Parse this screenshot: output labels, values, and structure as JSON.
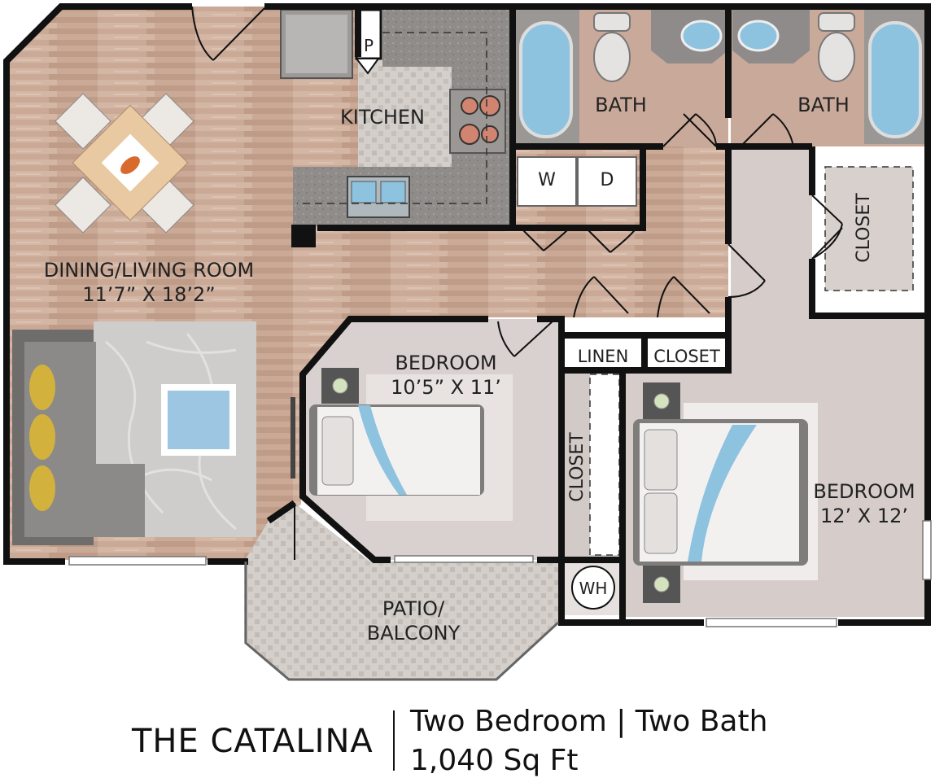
{
  "plan": {
    "name": "THE CATALINA",
    "unit_type": "Two Bedroom | Two Bath",
    "area": "1,040 Sq Ft"
  },
  "rooms": {
    "kitchen": "KITCHEN",
    "pantry": "P",
    "bath_1": "BATH",
    "bath_2": "BATH",
    "washer": "W",
    "dryer": "D",
    "dining_living": "DINING/LIVING ROOM",
    "dining_living_size": "11’7” X 18’2”",
    "bedroom_1": "BEDROOM",
    "bedroom_1_size": "10’5” X 11’",
    "bedroom_2": "BEDROOM",
    "bedroom_2_size": "12’ X 12’",
    "closet_master": "CLOSET",
    "closet_hall": "CLOSET",
    "closet_bed1": "CLOSET",
    "linen": "LINEN",
    "water_heater": "WH",
    "patio_line1": "PATIO/",
    "patio_line2": "BALCONY"
  },
  "colors": {
    "wall": "#111111",
    "wood_floor": "#c9a995",
    "tile_floor": "#d8d2cf",
    "carpet": "#d9d1cf",
    "patio": "#cfcac6",
    "counter": "#8d8a88",
    "tub_water": "#8ec3e0"
  }
}
